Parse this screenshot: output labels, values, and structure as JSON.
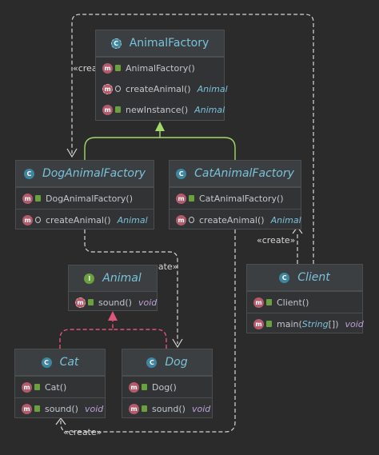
{
  "nodes": {
    "animal_factory": {
      "title": "AnimalFactory",
      "members": [
        {
          "name": "AnimalFactory()",
          "type": ""
        },
        {
          "name": "createAnimal()",
          "type": "Animal"
        },
        {
          "name": "newInstance()",
          "type": "Animal"
        }
      ]
    },
    "dog_animal_factory": {
      "title": "DogAnimalFactory",
      "members": [
        {
          "name": "DogAnimalFactory()",
          "type": ""
        },
        {
          "name": "createAnimal()",
          "type": "Animal"
        }
      ]
    },
    "cat_animal_factory": {
      "title": "CatAnimalFactory",
      "members": [
        {
          "name": "CatAnimalFactory()",
          "type": ""
        },
        {
          "name": "createAnimal()",
          "type": "Animal"
        }
      ]
    },
    "animal": {
      "title": "Animal",
      "members": [
        {
          "name": "sound()",
          "type": "void"
        }
      ]
    },
    "client": {
      "title": "Client",
      "members": [
        {
          "name": "Client()",
          "type": ""
        },
        {
          "name": "main(",
          "param": "String",
          "suffix": "[])",
          "type": "void"
        }
      ]
    },
    "cat": {
      "title": "Cat",
      "members": [
        {
          "name": "Cat()",
          "type": ""
        },
        {
          "name": "sound()",
          "type": "void"
        }
      ]
    },
    "dog": {
      "title": "Dog",
      "members": [
        {
          "name": "Dog()",
          "type": ""
        },
        {
          "name": "sound()",
          "type": "void"
        }
      ]
    }
  },
  "edge_labels": {
    "create_top": "«create»",
    "create_client": "«create»",
    "create_dog": "«create»",
    "create_bottom": "«create»"
  },
  "colors": {
    "background": "#2b2b2b",
    "inheritance": "#a3d96a",
    "realization": "#e0557a",
    "dependency": "#d7d7d7"
  }
}
